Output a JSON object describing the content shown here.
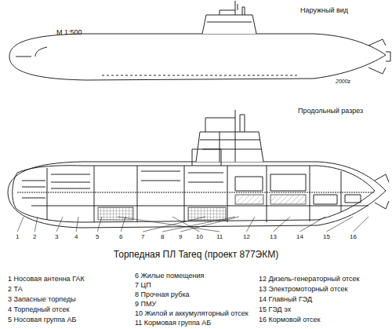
{
  "diagram": {
    "title": "Торпедная ПЛ Tareq (проект 877ЭКМ)",
    "labels": [
      "М 1:500",
      "Наружный вид",
      "Продольный разрез",
      "2000г",
      "1",
      "2",
      "3",
      "4",
      "5",
      "6",
      "7",
      "8",
      "9",
      "10",
      "11",
      "12",
      "13",
      "14",
      "15",
      "16",
      "1 Носовая антенна ГАК",
      "2 ТА",
      "3 Запасные торпеды",
      "4 Торпедный отсек",
      "5 Носовая группа АБ",
      "6 Жилые помещения",
      "7 ЦП",
      "8 Прочная рубка",
      "9 ПМУ",
      "10 Жилой и аккумуляторный отсек",
      "11 Кормовая группа АБ",
      "12 Дизель-генераторный отсек",
      "13 Электромоторный отсек",
      "14 Главный ГЭД",
      "15 ГЭД эх",
      "16 Кормовой отсек"
    ]
  }
}
